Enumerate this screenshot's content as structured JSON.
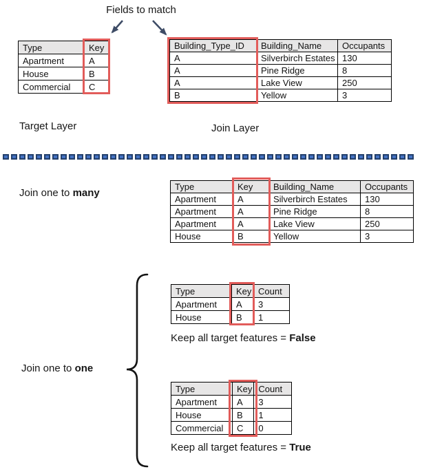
{
  "annotations": {
    "fields_to_match": "Fields to match"
  },
  "target_layer": {
    "label": "Target Layer",
    "table": {
      "headers": [
        "Type",
        "Key"
      ],
      "rows": [
        [
          "Apartment",
          "A"
        ],
        [
          "House",
          "B"
        ],
        [
          "Commercial",
          "C"
        ]
      ]
    }
  },
  "join_layer": {
    "label": "Join Layer",
    "table": {
      "headers": [
        "Building_Type_ID",
        "Building_Name",
        "Occupants"
      ],
      "rows": [
        [
          "A",
          "Silverbirch Estates",
          "130"
        ],
        [
          "A",
          "Pine Ridge",
          "8"
        ],
        [
          "A",
          "Lake View",
          "250"
        ],
        [
          "B",
          "Yellow",
          "3"
        ]
      ]
    }
  },
  "join_one_to_many": {
    "label_prefix": "Join one to ",
    "label_bold": "many",
    "table": {
      "headers": [
        "Type",
        "Key",
        "Building_Name",
        "Occupants"
      ],
      "rows": [
        [
          "Apartment",
          "A",
          "Silverbirch Estates",
          "130"
        ],
        [
          "Apartment",
          "A",
          "Pine Ridge",
          "8"
        ],
        [
          "Apartment",
          "A",
          "Lake View",
          "250"
        ],
        [
          "House",
          "B",
          "Yellow",
          "3"
        ]
      ]
    }
  },
  "join_one_to_one": {
    "label_prefix": "Join one to ",
    "label_bold": "one",
    "keep_false": {
      "caption_prefix": "Keep all target features = ",
      "caption_bold": "False",
      "table": {
        "headers": [
          "Type",
          "Key",
          "Count"
        ],
        "rows": [
          [
            "Apartment",
            "A",
            "3"
          ],
          [
            "House",
            "B",
            "1"
          ]
        ]
      }
    },
    "keep_true": {
      "caption_prefix": "Keep all target features = ",
      "caption_bold": "True",
      "table": {
        "headers": [
          "Type",
          "Key",
          "Count"
        ],
        "rows": [
          [
            "Apartment",
            "A",
            "3"
          ],
          [
            "House",
            "B",
            "1"
          ],
          [
            "Commercial",
            "C",
            "0"
          ]
        ]
      }
    }
  },
  "colors": {
    "highlight_red": "#E25C5A",
    "arrow_dark_blue": "#3E4C66",
    "dash_blue": "#4472C4",
    "dash_navy": "#24406B",
    "table_header_bg": "#E7E6E6"
  }
}
